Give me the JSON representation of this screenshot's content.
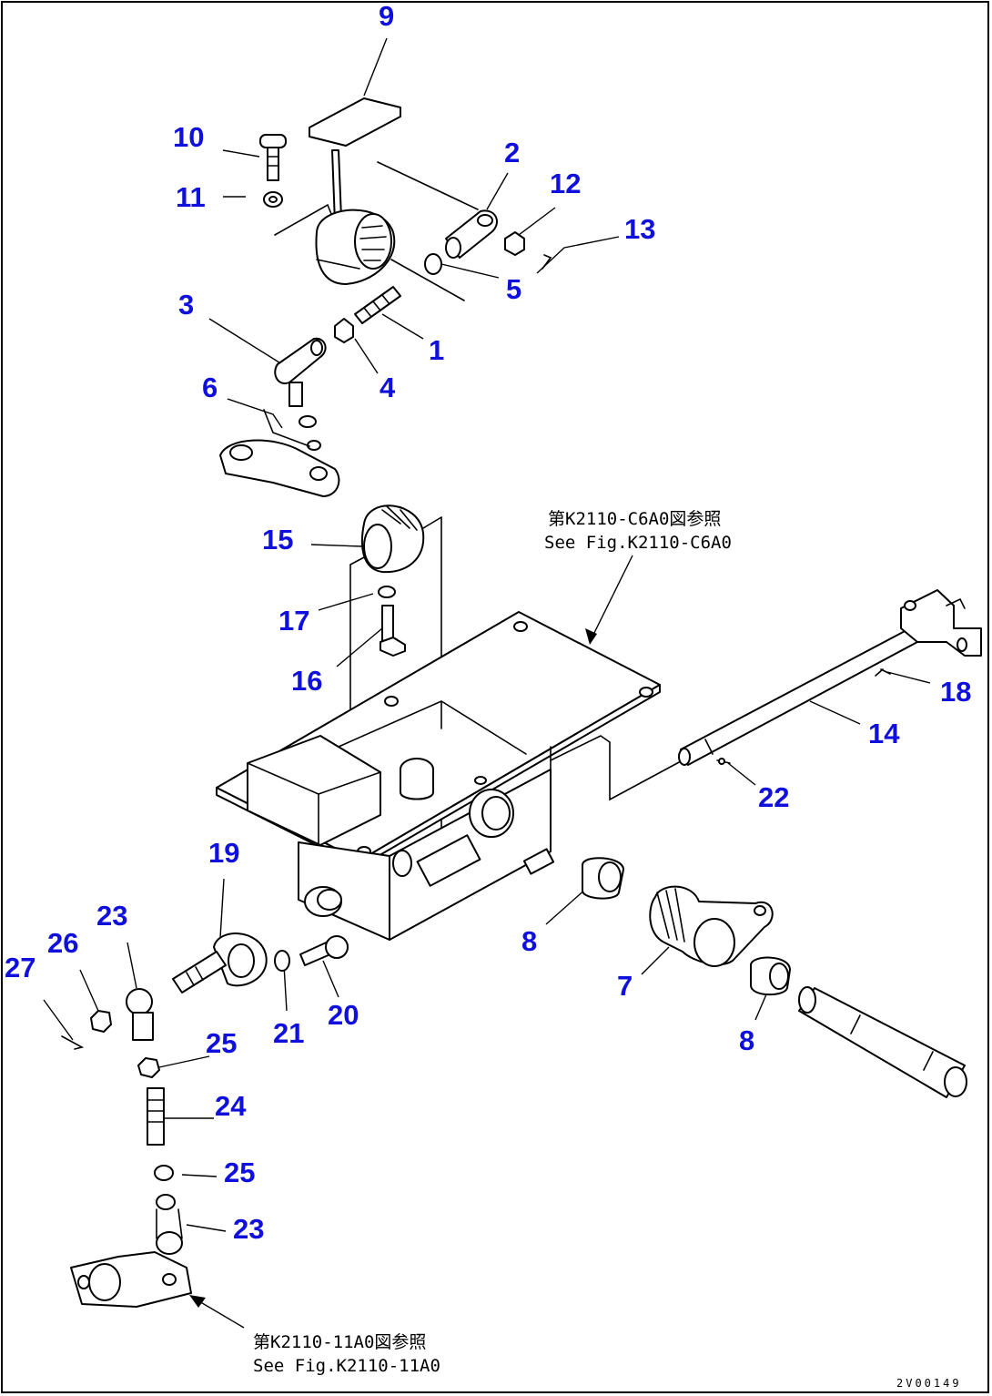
{
  "callouts": [
    {
      "id": "c9",
      "label": "9"
    },
    {
      "id": "c10",
      "label": "10"
    },
    {
      "id": "c11",
      "label": "11"
    },
    {
      "id": "c2",
      "label": "2"
    },
    {
      "id": "c12",
      "label": "12"
    },
    {
      "id": "c13",
      "label": "13"
    },
    {
      "id": "c5",
      "label": "5"
    },
    {
      "id": "c3",
      "label": "3"
    },
    {
      "id": "c1",
      "label": "1"
    },
    {
      "id": "c4",
      "label": "4"
    },
    {
      "id": "c6",
      "label": "6"
    },
    {
      "id": "c15",
      "label": "15"
    },
    {
      "id": "c17",
      "label": "17"
    },
    {
      "id": "c16",
      "label": "16"
    },
    {
      "id": "c18",
      "label": "18"
    },
    {
      "id": "c14",
      "label": "14"
    },
    {
      "id": "c22",
      "label": "22"
    },
    {
      "id": "c19",
      "label": "19"
    },
    {
      "id": "c23a",
      "label": "23"
    },
    {
      "id": "c26",
      "label": "26"
    },
    {
      "id": "c27",
      "label": "27"
    },
    {
      "id": "c8a",
      "label": "8"
    },
    {
      "id": "c7",
      "label": "7"
    },
    {
      "id": "c21",
      "label": "21"
    },
    {
      "id": "c20",
      "label": "20"
    },
    {
      "id": "c25a",
      "label": "25"
    },
    {
      "id": "c8b",
      "label": "8"
    },
    {
      "id": "c24",
      "label": "24"
    },
    {
      "id": "c25b",
      "label": "25"
    },
    {
      "id": "c23b",
      "label": "23"
    }
  ],
  "notes": {
    "upper_jp": "第K2110-C6A0図参照",
    "upper_en": "See Fig.K2110-C6A0",
    "lower_jp": "第K2110-11A0図参照",
    "lower_en": "See Fig.K2110-11A0"
  },
  "drawing_code": "2V00149"
}
